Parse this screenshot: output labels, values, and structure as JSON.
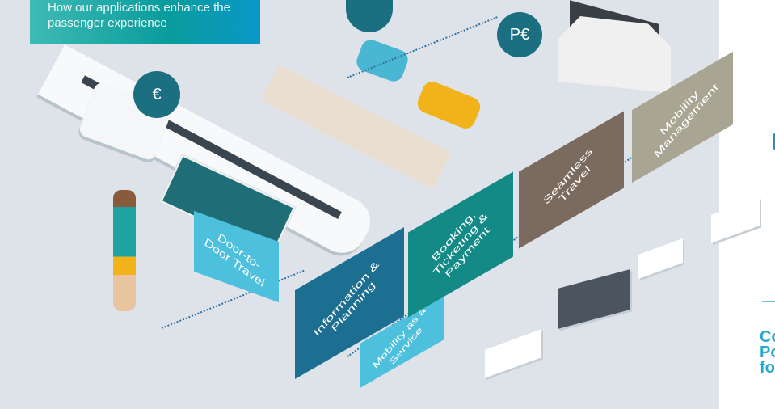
{
  "banner": {
    "title": "How our applications enhance the passenger experience"
  },
  "steps": {
    "door_to_door": "Door-to-Door Travel",
    "information": "Information & Planning",
    "booking": "Booking, Ticketing & Payment",
    "seamless": "Seamless Travel",
    "mobility_management": "Mobility Management",
    "maas": "Mobility as a Service"
  },
  "icons": {
    "parking": "P€",
    "fare": "€"
  },
  "right_panel": {
    "heading_fragment": "Co\nPo\nfo"
  },
  "colors": {
    "teal": "#099c9c",
    "blue": "#0a98c9",
    "dark_teal": "#1d6f7d",
    "brown": "#7b6a5e",
    "khaki": "#a8a593",
    "light_blue": "#4cc0dc"
  }
}
